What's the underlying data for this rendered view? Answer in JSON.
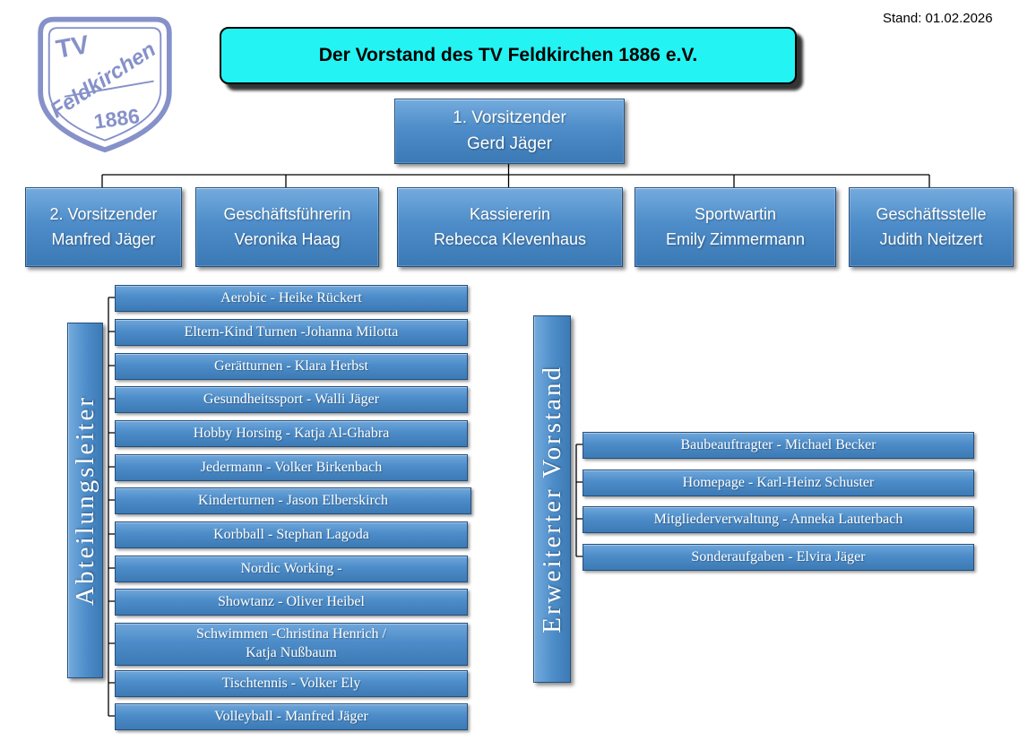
{
  "meta": {
    "stand": "Stand: 01.02.2026"
  },
  "logo": {
    "tv": "TV",
    "name": "Feldkirchen",
    "year": "1886"
  },
  "title": "Der Vorstand des TV Feldkirchen 1886 e.V.",
  "chairman": {
    "role": "1. Vorsitzender",
    "name": "Gerd Jäger"
  },
  "board": [
    {
      "role": "2. Vorsitzender",
      "name": "Manfred Jäger"
    },
    {
      "role": "Geschäftsführerin",
      "name": "Veronika Haag"
    },
    {
      "role": "Kassiererin",
      "name": "Rebecca Klevenhaus"
    },
    {
      "role": "Sportwartin",
      "name": "Emily Zimmermann"
    },
    {
      "role": "Geschäftsstelle",
      "name": "Judith Neitzert"
    }
  ],
  "departments": {
    "label": "Abteilungsleiter",
    "items": [
      "Aerobic - Heike Rückert",
      "Eltern-Kind Turnen -Johanna Milotta",
      "Gerätturnen - Klara Herbst",
      "Gesundheitssport - Walli Jäger",
      "Hobby Horsing - Katja Al-Ghabra",
      "Jedermann - Volker Birkenbach",
      "Kinderturnen - Jason Elberskirch",
      "Korbball - Stephan Lagoda",
      "Nordic Working -",
      "Showtanz - Oliver Heibel",
      "Schwimmen -Christina Henrich /\nKatja Nußbaum",
      "Tischtennis - Volker Ely",
      "Volleyball - Manfred Jäger"
    ]
  },
  "extended_board": {
    "label": "Erweiterter Vorstand",
    "items": [
      "Baubeauftragter - Michael Becker",
      "Homepage - Karl-Heinz Schuster",
      "Mitgliederverwaltung - Anneka Lauterbach",
      "Sonderaufgaben - Elvira Jäger"
    ]
  },
  "colors": {
    "box_blue": "#4c8cc8",
    "box_border": "#244f7b",
    "title_cyan": "#24f3f3",
    "logo_blue": "#8691c9",
    "line_black": "#000000"
  }
}
